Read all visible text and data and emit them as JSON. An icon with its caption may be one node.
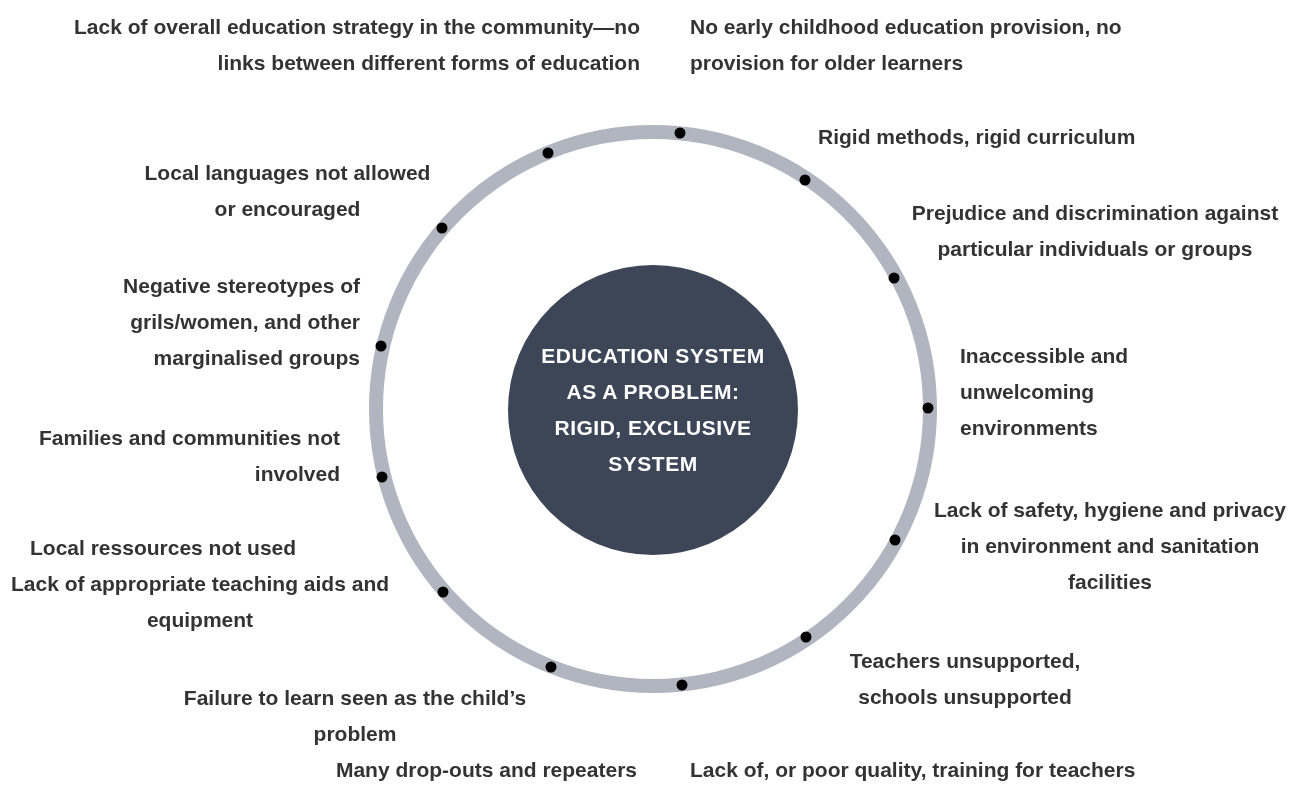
{
  "diagram": {
    "nodes": [
      {
        "text": [
          "EDUCATION SYSTEM AS A PROBLEM: RIGID, EXCLUSIVE SYSTEM"
        ]
      }
    ],
    "labels": [
      "Lack of overall education strategy in the community—no links between different forms of education",
      "No early childhood education provision, no provision for older learners",
      "Rigid methods, rigid curriculum",
      "Local languages not allowed or encouraged",
      "Prejudice and discrimination against particular individuals or groups",
      "Negative stereotypes of grils/women, and other marginalised groups",
      "Inaccessible and unwelcoming environments",
      "Families and communities not involved",
      "Lack of safety, hygiene and privacy in environment and sanitation facilities",
      "Local ressources not used",
      "Lack of appropriate teaching aids and equipment",
      "Teachers unsupported, schools unsupported",
      "Failure to learn seen as the child’s problem",
      "Many drop-outs and repeaters",
      "Lack of, or poor quality, training for teachers"
    ]
  }
}
